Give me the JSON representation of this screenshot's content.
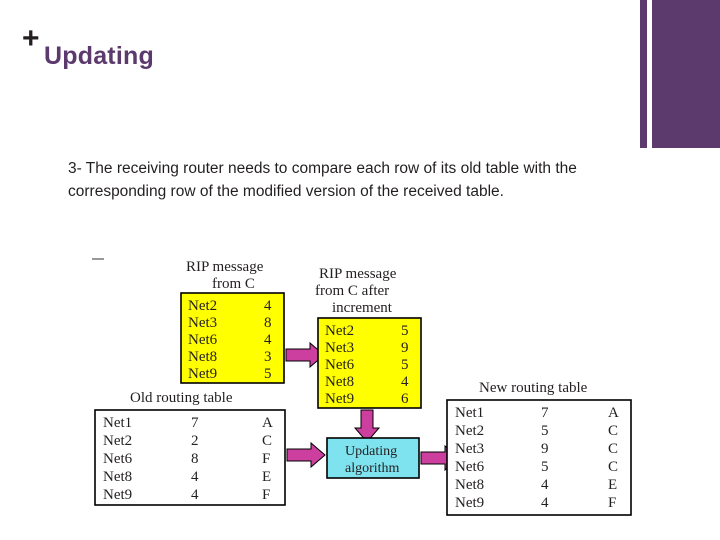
{
  "slide": {
    "title": "Updating",
    "plus_mark": "+",
    "body_text": "3- The receiving router needs to compare each row of its old table with the corresponding row of the modified version of the received table.",
    "accent_color": "#5c3a6e"
  },
  "figure": {
    "colors": {
      "yellow_box": "#ffff00",
      "cyan_box": "#7fe3ef",
      "arrow": "#cc3f9e",
      "outline": "#000000"
    },
    "rip_message_from_c": {
      "caption_line1": "RIP message",
      "caption_line2": "from C",
      "rows": [
        {
          "net": "Net2",
          "cost": "4"
        },
        {
          "net": "Net3",
          "cost": "8"
        },
        {
          "net": "Net6",
          "cost": "4"
        },
        {
          "net": "Net8",
          "cost": "3"
        },
        {
          "net": "Net9",
          "cost": "5"
        }
      ]
    },
    "rip_message_after_increment": {
      "caption_line1": "RIP message",
      "caption_line2": "from C after",
      "caption_line3": "increment",
      "rows": [
        {
          "net": "Net2",
          "cost": "5"
        },
        {
          "net": "Net3",
          "cost": "9"
        },
        {
          "net": "Net6",
          "cost": "5"
        },
        {
          "net": "Net8",
          "cost": "4"
        },
        {
          "net": "Net9",
          "cost": "6"
        }
      ]
    },
    "old_routing_table": {
      "caption": "Old routing table",
      "rows": [
        {
          "net": "Net1",
          "cost": "7",
          "next": "A"
        },
        {
          "net": "Net2",
          "cost": "2",
          "next": "C"
        },
        {
          "net": "Net6",
          "cost": "8",
          "next": "F"
        },
        {
          "net": "Net8",
          "cost": "4",
          "next": "E"
        },
        {
          "net": "Net9",
          "cost": "4",
          "next": "F"
        }
      ]
    },
    "new_routing_table": {
      "caption": "New routing table",
      "rows": [
        {
          "net": "Net1",
          "cost": "7",
          "next": "A"
        },
        {
          "net": "Net2",
          "cost": "5",
          "next": "C"
        },
        {
          "net": "Net3",
          "cost": "9",
          "next": "C"
        },
        {
          "net": "Net6",
          "cost": "5",
          "next": "C"
        },
        {
          "net": "Net8",
          "cost": "4",
          "next": "E"
        },
        {
          "net": "Net9",
          "cost": "4",
          "next": "F"
        }
      ]
    },
    "updating_algorithm": {
      "line1": "Updating",
      "line2": "algorithm"
    }
  }
}
